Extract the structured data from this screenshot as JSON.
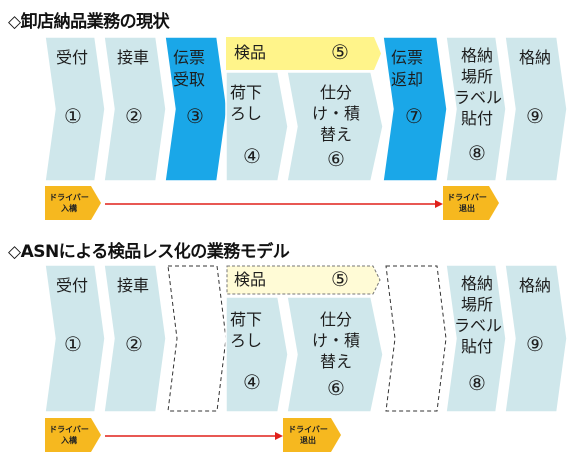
{
  "section1": {
    "title": "◇卸店納品業務の現状",
    "steps": {
      "uketsuke": {
        "label": "受付",
        "num": "①"
      },
      "sesha": {
        "label": "接車",
        "num": "②"
      },
      "denpyo_uketori": {
        "label1": "伝票",
        "label2": "受取",
        "num": "③"
      },
      "kenpin": {
        "label": "検品",
        "num": "⑤"
      },
      "nioroshi": {
        "label1": "荷下",
        "label2": "ろし",
        "num": "④"
      },
      "shiwake": {
        "label1": "仕分",
        "label2": "け・積",
        "label3": "替え",
        "num": "⑥"
      },
      "denpyo_henkyaku": {
        "label1": "伝票",
        "label2": "返却",
        "num": "⑦"
      },
      "label_hari": {
        "label1": "格納",
        "label2": "場所",
        "label3": "ラベル",
        "label4": "貼付",
        "num": "⑧"
      },
      "kakuno": {
        "label": "格納",
        "num": "⑨"
      }
    },
    "driver_in": {
      "line1": "ドライバー",
      "line2": "入構"
    },
    "driver_out": {
      "line1": "ドライバー",
      "line2": "退出"
    }
  },
  "section2": {
    "title": "◇ASNによる検品レス化の業務モデル",
    "steps": {
      "uketsuke": {
        "label": "受付",
        "num": "①"
      },
      "sesha": {
        "label": "接車",
        "num": "②"
      },
      "kenpin": {
        "label": "検品",
        "num": "⑤"
      },
      "nioroshi": {
        "label1": "荷下",
        "label2": "ろし",
        "num": "④"
      },
      "shiwake": {
        "label1": "仕分",
        "label2": "け・積",
        "label3": "替え",
        "num": "⑥"
      },
      "label_hari": {
        "label1": "格納",
        "label2": "場所",
        "label3": "ラベル",
        "label4": "貼付",
        "num": "⑧"
      },
      "kakuno": {
        "label": "格納",
        "num": "⑨"
      }
    },
    "driver_in": {
      "line1": "ドライバー",
      "line2": "入構"
    },
    "driver_out": {
      "line1": "ドライバー",
      "line2": "退出"
    }
  },
  "colors": {
    "light_step": "#cfe7eb",
    "highlight_step": "#1aa7e8",
    "kenpin_bar": "#fff48a",
    "kenpin_bar_light": "#fffbd6",
    "driver_badge": "#f6b81f",
    "arrow_line": "#e0201a"
  }
}
